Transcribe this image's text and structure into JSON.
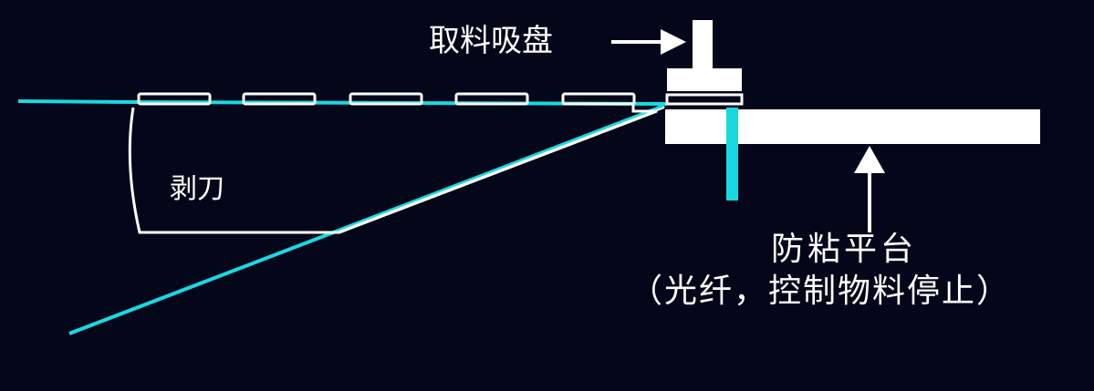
{
  "labels": {
    "suction_cup": "取料吸盘",
    "blade": "剥刀",
    "platform": "防粘平台",
    "platform_note": "（光纤，控制物料停止）"
  },
  "colors": {
    "background": "#04061a",
    "film": "#19d9e0",
    "line": "#ffffff"
  }
}
